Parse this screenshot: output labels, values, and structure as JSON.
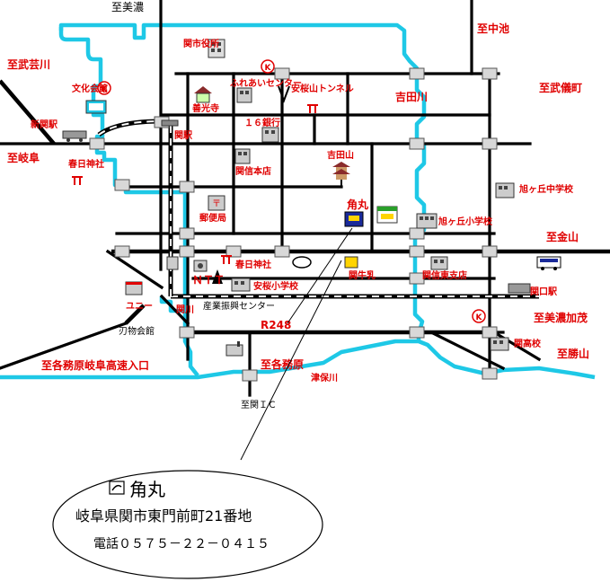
{
  "directions": {
    "to_mino": "至美濃",
    "to_nakaike": "至中池",
    "to_mugegawa": "至武芸川",
    "to_mugicho": "至武儀町",
    "to_gifu": "至岐阜",
    "to_kanayama": "至金山",
    "to_minokamo": "至美濃加茂",
    "to_katsuyama": "至勝山",
    "to_kakamigahara_ic": "至各務原岐阜高速入口",
    "to_kakamigahara": "至各務原",
    "to_seki_ic": "至関ＩＣ"
  },
  "places": {
    "city_hall": "関市役所",
    "bunka_kaikan": "文化会館",
    "shinseki_station": "新関駅",
    "kasuga_jinja_top": "春日神社",
    "fureai_center": "ふれあいセンター",
    "zenkoji": "善光寺",
    "anzenzan": "安桜山トンネル",
    "bank16": "１６銀行",
    "seki_station": "関駅",
    "sekishin_honten": "関信本店",
    "yoshidayama": "吉田山",
    "yoshidagawa": "吉田川",
    "post_office": "郵便局",
    "kakumaru": "角丸",
    "asahigaoka_junior": "旭ヶ丘中学校",
    "asahigaoka_elementary": "旭ヶ丘小学校",
    "kasuga_jinja": "春日神社",
    "ntt": "ＮＴＴ",
    "anzen_elementary": "安桜小学校",
    "seki_milk": "関牛乳",
    "sekishin_higashi": "関信東支店",
    "sekiguchi_station": "関口駅",
    "uny": "ユニー",
    "sekigawa": "関川",
    "sangyo_center": "産業振興センター",
    "r248": "R248",
    "hamono_kaikan": "刃物会館",
    "seki_highschool": "関高校",
    "tsuhogawa": "津保川"
  },
  "callout": {
    "name": "角丸",
    "address": "岐阜県関市東門前町21番地",
    "phone": "電話０５７５－２２－０４１５"
  },
  "colors": {
    "road": "#000000",
    "river": "#1ec8e6",
    "label_red": "#e00000",
    "label_black": "#000000",
    "bridge": "#d8d8d8"
  },
  "icons": {
    "shrine": "torii-icon",
    "temple": "pagoda-icon",
    "building": "building-icon",
    "circle_k": "circle-k-icon",
    "station": "station-icon",
    "train": "train-icon",
    "bus": "bus-icon"
  }
}
